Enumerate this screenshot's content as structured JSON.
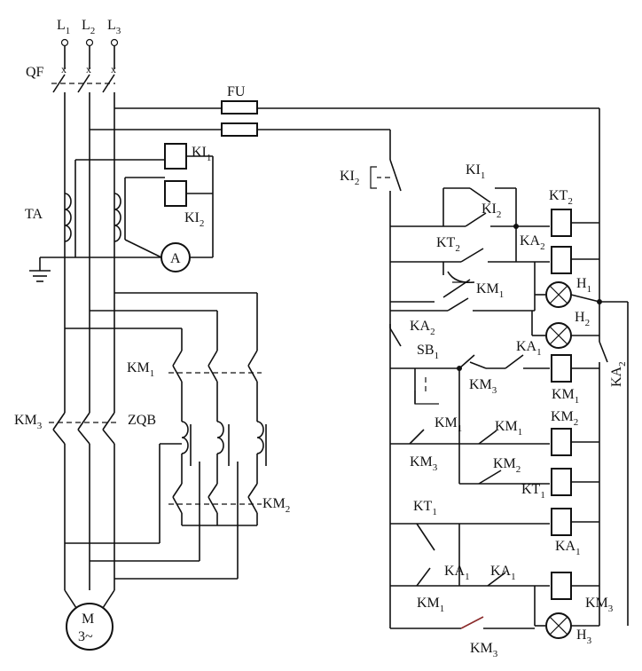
{
  "labels": {
    "l1": "L",
    "l1_sub": "1",
    "l2": "L",
    "l2_sub": "2",
    "l3": "L",
    "l3_sub": "3",
    "qf": "QF",
    "fu": "FU",
    "ki1_top": "KI",
    "ki1_top_sub": "1",
    "ta": "TA",
    "ki2_left": "KI",
    "ki2_left_sub": "2",
    "ammeter": "A",
    "km1_left": "KM",
    "km1_left_sub": "1",
    "km3_left": "KM",
    "km3_left_sub": "3",
    "zqb": "ZQB",
    "km2_left": "KM",
    "km2_left_sub": "2",
    "motor": "M",
    "motor_phase": "3~",
    "ki2_ctrl": "KI",
    "ki2_ctrl_sub": "2",
    "ki1_r": "KI",
    "ki1_r_sub": "1",
    "ki2_r": "KI",
    "ki2_r_sub": "2",
    "kt2_coil": "KT",
    "kt2_coil_sub": "2",
    "kt2_cont": "KT",
    "kt2_cont_sub": "2",
    "ka2_coil": "KA",
    "ka2_coil_sub": "2",
    "km1_r1": "KM",
    "km1_r1_sub": "1",
    "h1": "H",
    "h1_sub": "1",
    "h2": "H",
    "h2_sub": "2",
    "ka2_r": "KA",
    "ka2_r_sub": "2",
    "ka2_vert": "KA",
    "ka2_vert_sub": "2",
    "sb1": "SB",
    "sb1_sub": "1",
    "ka1_r1": "KA",
    "ka1_r1_sub": "1",
    "km3_r1": "KM",
    "km3_r1_sub": "3",
    "km1_coil": "KM",
    "km1_coil_sub": "1",
    "km1_r2": "KM",
    "km1_r2_sub": "1",
    "km1_r3": "KM",
    "km1_r3_sub": "1",
    "km2_coil": "KM",
    "km2_coil_sub": "2",
    "km3_r2": "KM",
    "km3_r2_sub": "3",
    "km2_r": "KM",
    "km2_r_sub": "2",
    "kt1_coil": "KT",
    "kt1_coil_sub": "1",
    "kt1_cont": "KT",
    "kt1_cont_sub": "1",
    "ka1_coil": "KA",
    "ka1_coil_sub": "1",
    "ka1_r2": "KA",
    "ka1_r2_sub": "1",
    "ka1_r3": "KA",
    "ka1_r3_sub": "1",
    "km1_r4": "KM",
    "km1_r4_sub": "1",
    "km3_coil": "KM",
    "km3_coil_sub": "3",
    "h3": "H",
    "h3_sub": "3",
    "km3_bottom": "KM",
    "km3_bottom_sub": "3"
  },
  "colors": {
    "line": "#111111",
    "background": "#ffffff",
    "accent_bottom": "#8b2a2a"
  }
}
